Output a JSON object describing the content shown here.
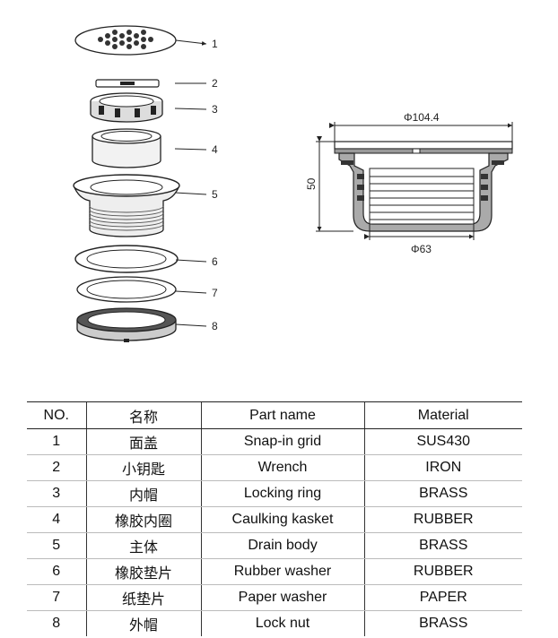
{
  "callouts": [
    "1",
    "2",
    "3",
    "4",
    "5",
    "6",
    "7",
    "8"
  ],
  "dimensions": {
    "top_diameter": "Φ104.4",
    "height": "50",
    "bottom_diameter": "Φ63"
  },
  "table": {
    "headers": [
      "NO.",
      "名称",
      "Part name",
      "Material"
    ],
    "rows": [
      [
        "1",
        "面盖",
        "Snap-in grid",
        "SUS430"
      ],
      [
        "2",
        "小钥匙",
        "Wrench",
        "IRON"
      ],
      [
        "3",
        "内帽",
        "Locking ring",
        "BRASS"
      ],
      [
        "4",
        "橡胶内圈",
        "Caulking kasket",
        "RUBBER"
      ],
      [
        "5",
        "主体",
        "Drain body",
        "BRASS"
      ],
      [
        "6",
        "橡胶垫片",
        "Rubber washer",
        "RUBBER"
      ],
      [
        "7",
        "纸垫片",
        "Paper washer",
        "PAPER"
      ],
      [
        "8",
        "外帽",
        "Lock nut",
        "BRASS"
      ]
    ]
  }
}
